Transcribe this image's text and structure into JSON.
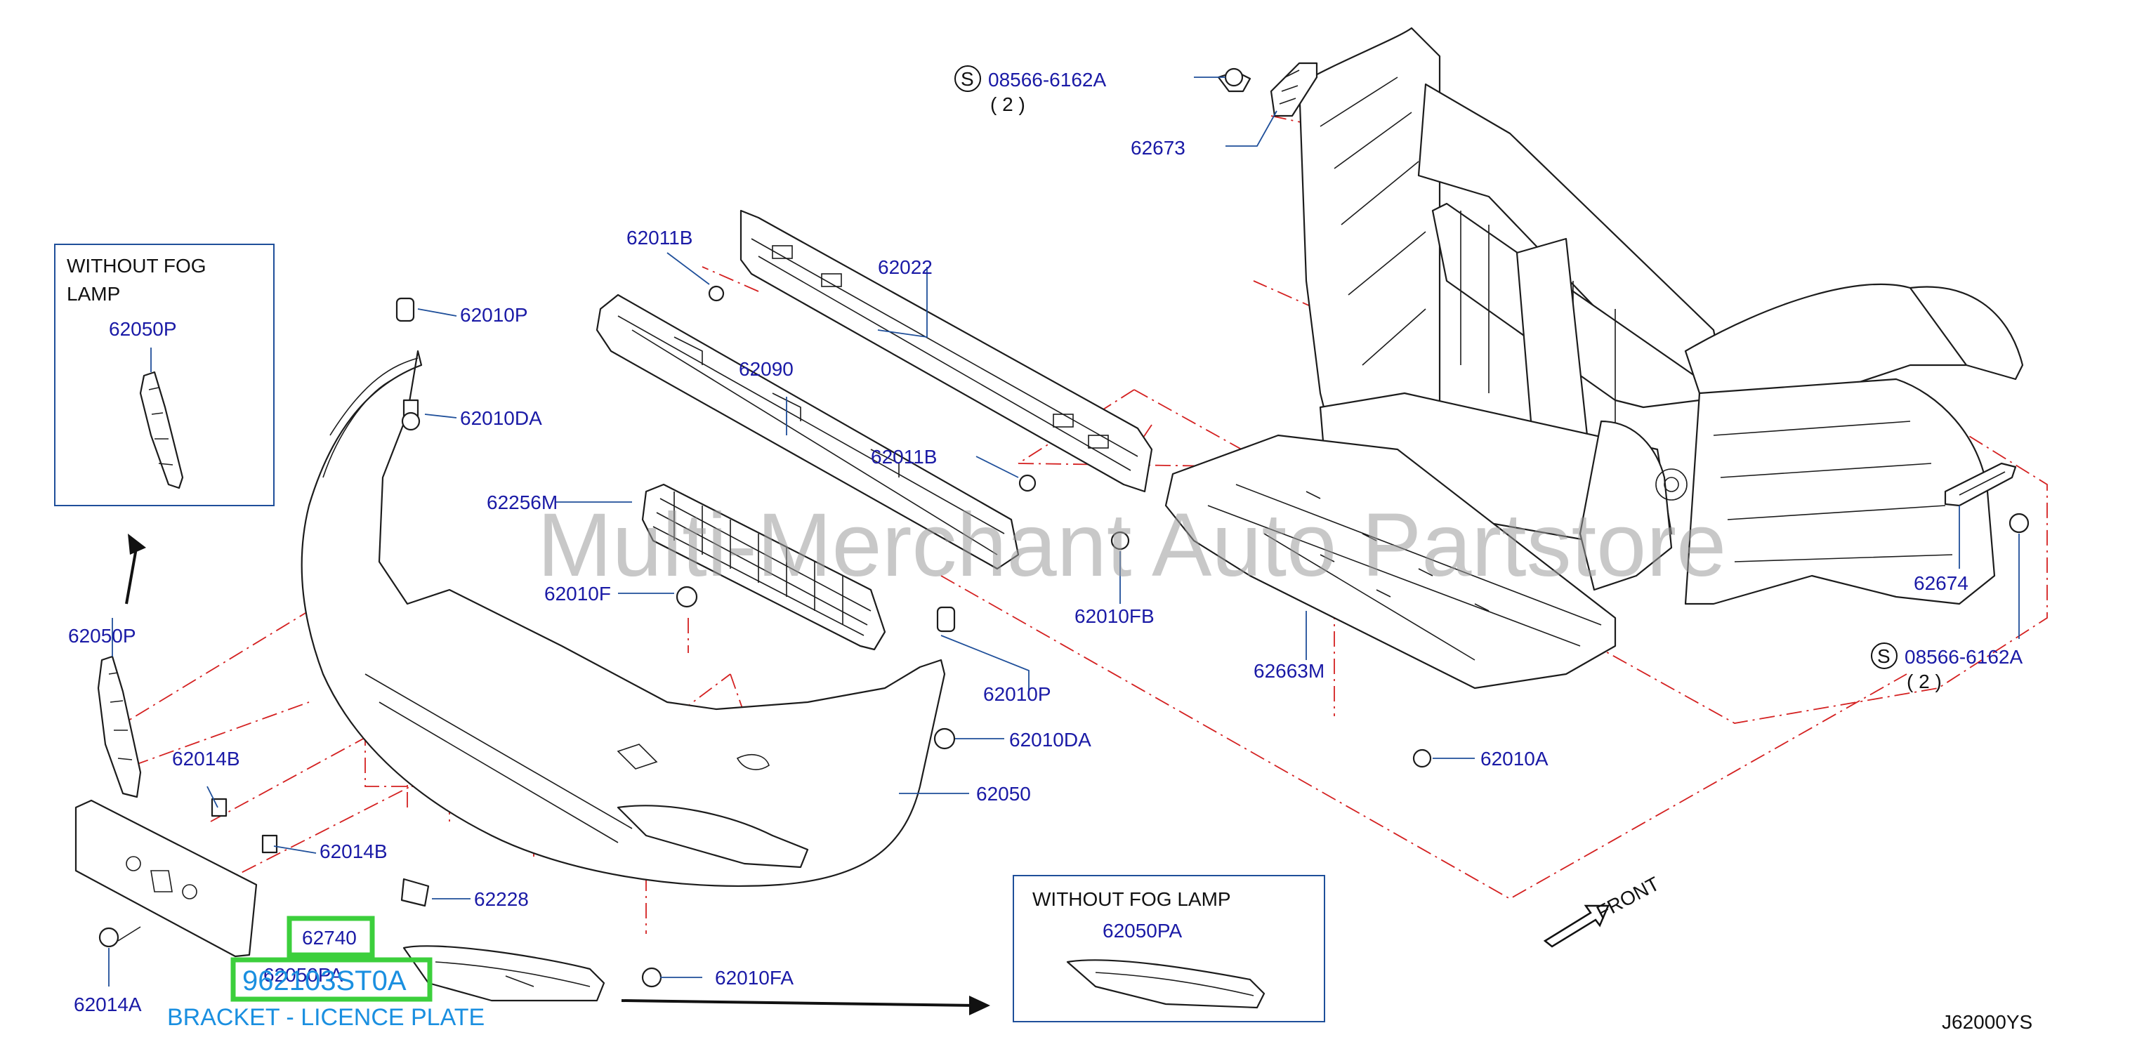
{
  "diagram": {
    "code": "J62000YS",
    "watermark": "Multi-Merchant Auto Partstore",
    "front_label": "FRONT",
    "inset_left": {
      "line1": "WITHOUT   FOG",
      "line2": "LAMP",
      "part": "62050P"
    },
    "inset_right": {
      "line1": "WITHOUT   FOG   LAMP",
      "part": "62050PA"
    },
    "bolt_spec_top": {
      "symbol": "S",
      "number": "08566-6162A",
      "qty": "( 2 )"
    },
    "bolt_spec_right": {
      "symbol": "S",
      "number": "08566-6162A",
      "qty": "( 2 )"
    },
    "highlight": {
      "part": "62740",
      "sku": "962103ST0A",
      "description": "BRACKET - LICENCE PLATE"
    },
    "parts": {
      "p62673": "62673",
      "p62011B_top": "62011B",
      "p62022": "62022",
      "p62010P_top": "62010P",
      "p62010DA_top": "62010DA",
      "p62090": "62090",
      "p62011B_mid": "62011B",
      "p62256M": "62256M",
      "p62010F": "62010F",
      "p62010FB": "62010FB",
      "p62050P": "62050P",
      "p62010P_mid": "62010P",
      "p62010DA_mid": "62010DA",
      "p62014B_upper": "62014B",
      "p62014B_lower": "62014B",
      "p62050": "62050",
      "p62228": "62228",
      "p62050PA_low": "62050PA",
      "p62010FA": "62010FA",
      "p62014A": "62014A",
      "p62663M": "62663M",
      "p62010A": "62010A",
      "p62674": "62674"
    }
  }
}
